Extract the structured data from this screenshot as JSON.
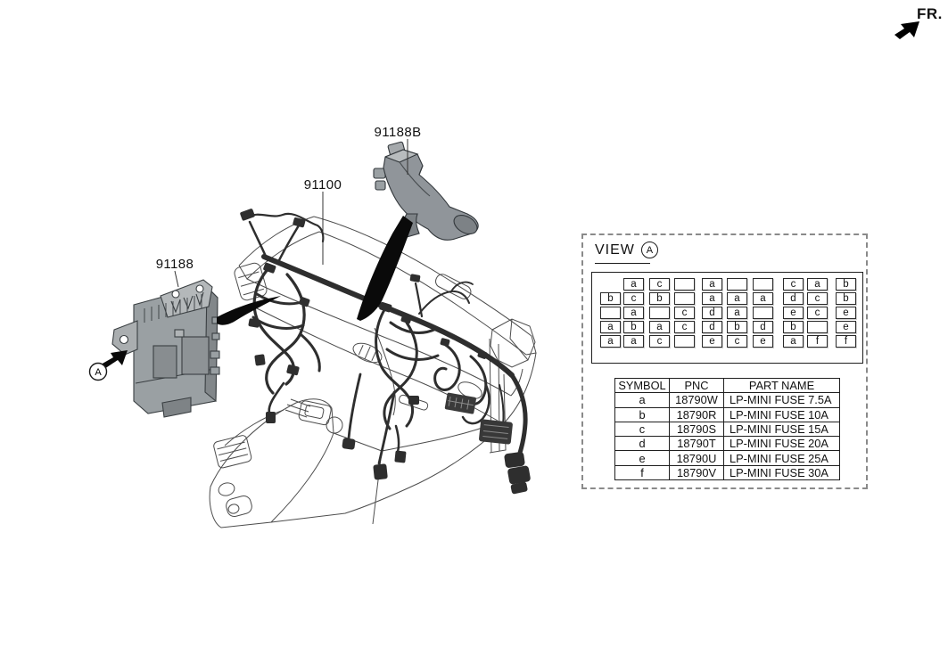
{
  "fr_label": "FR.",
  "diagram": {
    "part_labels": {
      "p91188": "91188",
      "p91100": "91100",
      "p91188b": "91188B"
    },
    "view_reference_marker": "A"
  },
  "view_panel": {
    "title": "VIEW",
    "marker": "A",
    "fuse_grid": {
      "rows": [
        [
          null,
          "a",
          "c",
          "",
          "a",
          "",
          "",
          "c",
          "a",
          "b"
        ],
        [
          "b",
          "c",
          "b",
          "",
          "a",
          "a",
          "a",
          "d",
          "c",
          "b"
        ],
        [
          "",
          "a",
          "",
          "c",
          "d",
          "a",
          "",
          "e",
          "c",
          "e"
        ],
        [
          "a",
          "b",
          "a",
          "c",
          "d",
          "b",
          "d",
          "b",
          "",
          "e"
        ],
        [
          "a",
          "a",
          "c",
          "",
          "e",
          "c",
          "e",
          "a",
          "f",
          "f"
        ]
      ],
      "group_sizes": [
        1,
        3,
        3,
        2,
        1
      ]
    },
    "fuse_table": {
      "headers": [
        "SYMBOL",
        "PNC",
        "PART NAME"
      ],
      "rows": [
        [
          "a",
          "18790W",
          "LP-MINI FUSE 7.5A"
        ],
        [
          "b",
          "18790R",
          "LP-MINI FUSE 10A"
        ],
        [
          "c",
          "18790S",
          "LP-MINI FUSE 15A"
        ],
        [
          "d",
          "18790T",
          "LP-MINI FUSE 20A"
        ],
        [
          "e",
          "18790U",
          "LP-MINI FUSE 25A"
        ],
        [
          "f",
          "18790V",
          "LP-MINI FUSE 30A"
        ]
      ]
    }
  },
  "colors": {
    "outline": "#4d4d4d",
    "harness": "#2e2e2e",
    "part_fill": "#9aa0a3",
    "ink": "#111111"
  }
}
